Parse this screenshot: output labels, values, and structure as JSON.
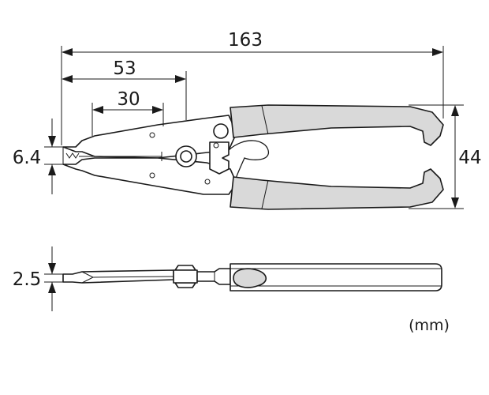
{
  "dimensions": {
    "overall_length": "163",
    "head_length": "53",
    "jaw_length": "30",
    "tip_width": "6.4",
    "handle_width": "44",
    "thickness": "2.5"
  },
  "unit_label": "(mm)"
}
